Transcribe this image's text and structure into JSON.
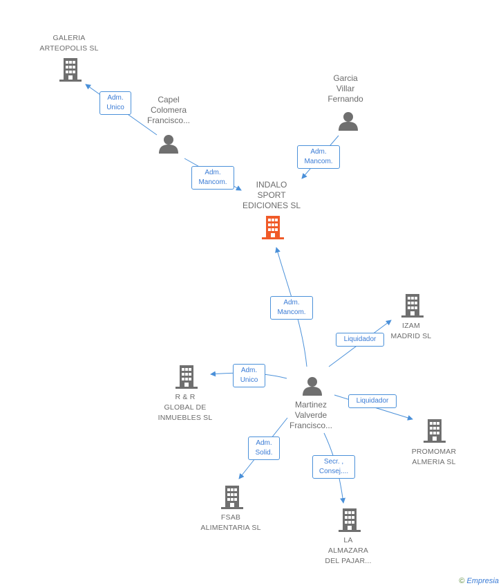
{
  "nodes": {
    "galeria": "GALERIA\nARTEOPOLIS SL",
    "capel": "Capel\nColomera\nFrancisco...",
    "garcia": "Garcia\nVillar\nFernando",
    "indalo": "INDALO\nSPORT\nEDICIONES SL",
    "izam": "IZAM\nMADRID SL",
    "rr": "R & R\nGLOBAL DE\nINMUEBLES SL",
    "martinez": "Martinez\nValverde\nFrancisco...",
    "promomar": "PROMOMAR\nALMERIA SL",
    "fsab": "FSAB\nALIMENTARIA SL",
    "almazara": "LA\nALMAZARA\nDEL PAJAR..."
  },
  "edges": {
    "capel_galeria": "Adm.\nUnico",
    "capel_indalo": "Adm.\nMancom.",
    "garcia_indalo": "Adm.\nMancom.",
    "martinez_indalo": "Adm.\nMancom.",
    "martinez_izam": "Liquidador",
    "martinez_rr": "Adm.\nUnico",
    "martinez_promomar": "Liquidador",
    "martinez_fsab": "Adm.\nSolid.",
    "martinez_almazara": "Secr. ,\nConsej...."
  },
  "colors": {
    "company": "#6f6f6f",
    "main_company": "#f05a28",
    "person": "#6f6f6f",
    "edge": "#4a90d9"
  },
  "icons": {
    "company": "building-icon",
    "person": "person-icon"
  },
  "brand": {
    "copyright": "©",
    "name": "Empresia"
  }
}
